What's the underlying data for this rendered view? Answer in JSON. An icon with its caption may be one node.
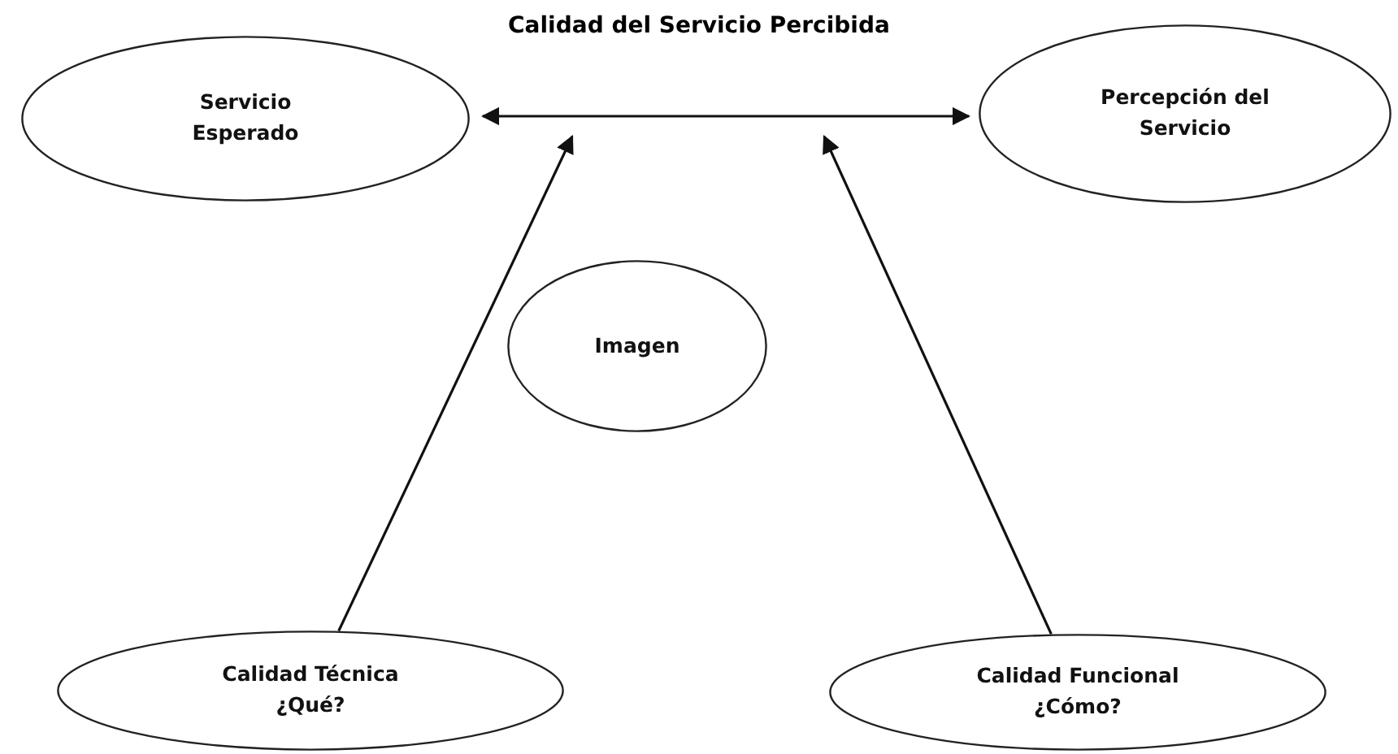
{
  "diagram": {
    "title": "Calidad del Servicio Percibida",
    "nodes": [
      {
        "text": [
          "Servicio Esperado"
        ]
      },
      {
        "text": [
          "Percepción del Servicio"
        ]
      },
      {
        "text": [
          "Imagen"
        ]
      },
      {
        "text": [
          "Calidad Técnica",
          "¿Qué?"
        ]
      },
      {
        "text": [
          "Calidad Funcional",
          "¿Cómo?"
        ]
      }
    ],
    "edges": [
      {
        "from": 0,
        "to": 1,
        "arrow": "both"
      },
      {
        "from": 3,
        "to": null,
        "arrow": "to"
      },
      {
        "from": 4,
        "to": null,
        "arrow": "to"
      }
    ]
  }
}
